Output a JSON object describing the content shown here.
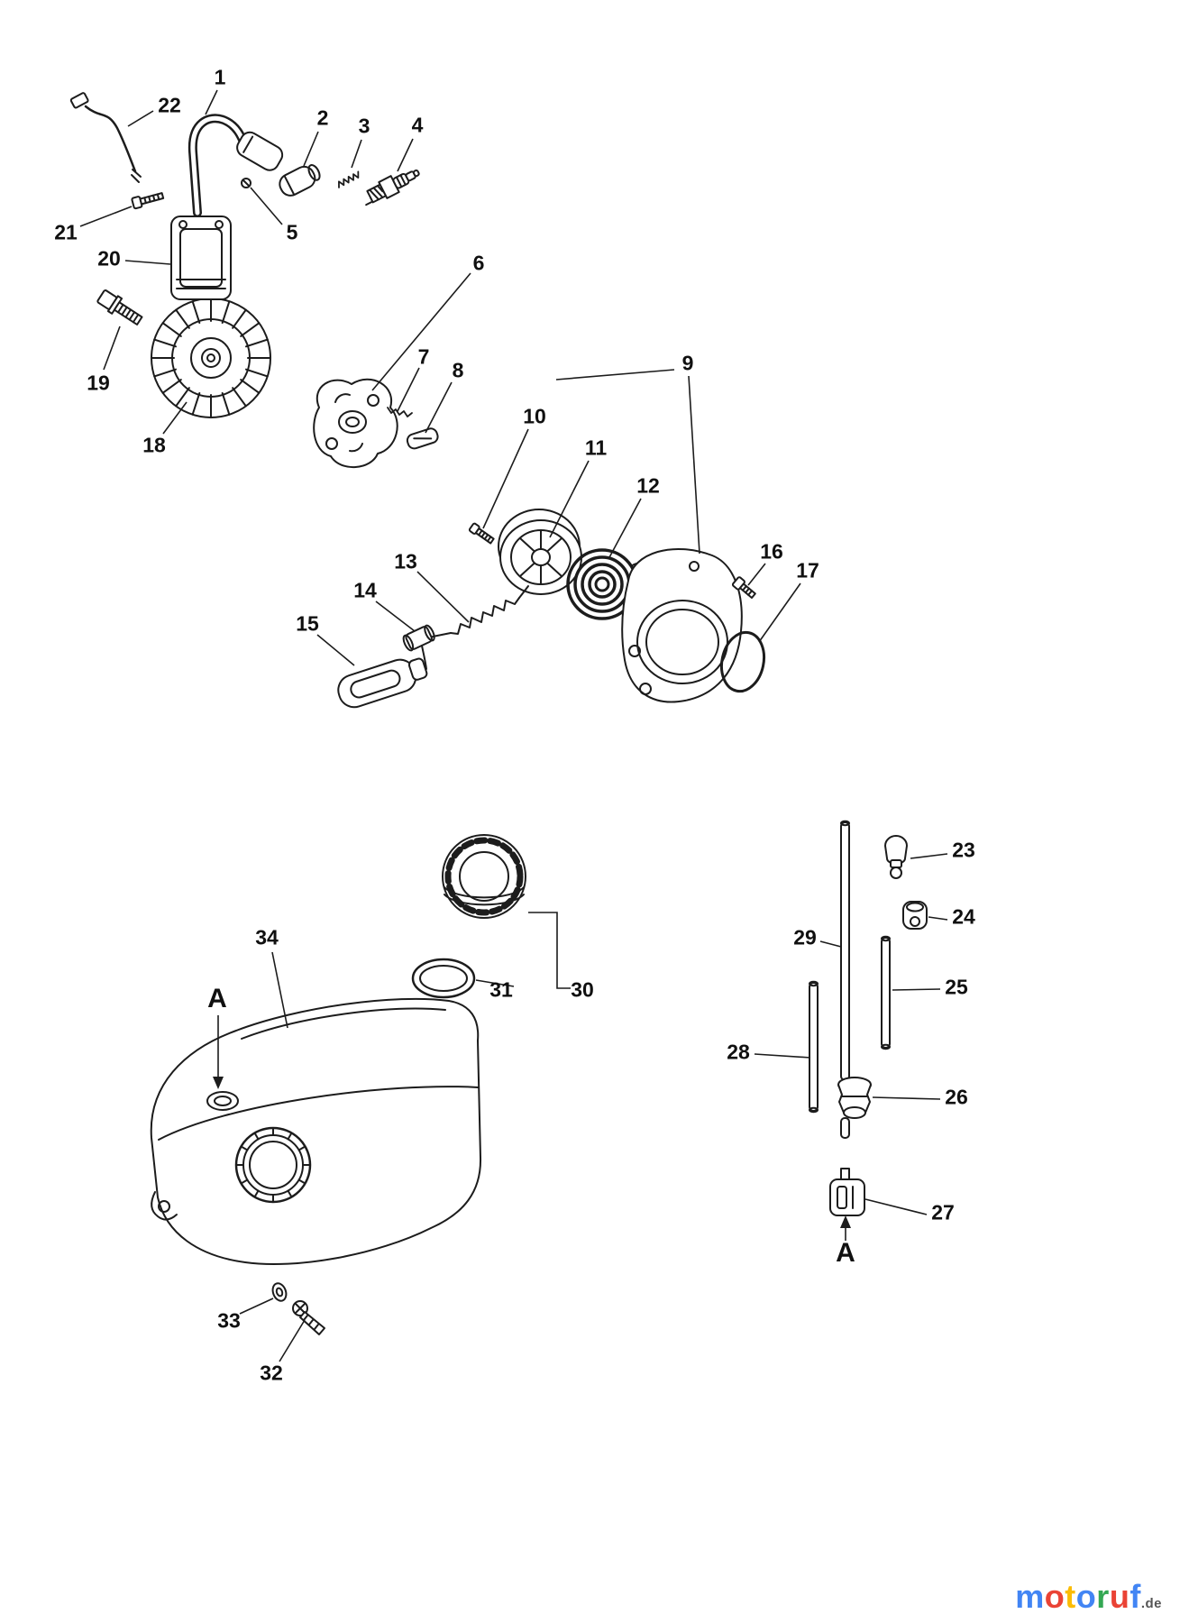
{
  "diagram": {
    "title_hint": "exploded-parts-diagram",
    "section_marker": "A",
    "callouts": {
      "c1": "1",
      "c2": "2",
      "c3": "3",
      "c4": "4",
      "c5": "5",
      "c6": "6",
      "c7": "7",
      "c8": "8",
      "c9": "9",
      "c10": "10",
      "c11": "11",
      "c12": "12",
      "c13": "13",
      "c14": "14",
      "c15": "15",
      "c16": "16",
      "c17": "17",
      "c18": "18",
      "c19": "19",
      "c20": "20",
      "c21": "21",
      "c22": "22",
      "c23": "23",
      "c24": "24",
      "c25": "25",
      "c26": "26",
      "c27": "27",
      "c28": "28",
      "c29": "29",
      "c30": "30",
      "c31": "31",
      "c32": "32",
      "c33": "33",
      "c34": "34"
    },
    "watermark": {
      "letters": [
        "m",
        "o",
        "t",
        "o",
        "r",
        "u",
        "f"
      ],
      "tld": ".de",
      "colors": [
        "#4285F4",
        "#EA4335",
        "#FBBC05",
        "#4285F4",
        "#34A853",
        "#EA4335",
        "#4285F4"
      ],
      "line_color": "#1c1c1c",
      "background": "#ffffff"
    }
  }
}
